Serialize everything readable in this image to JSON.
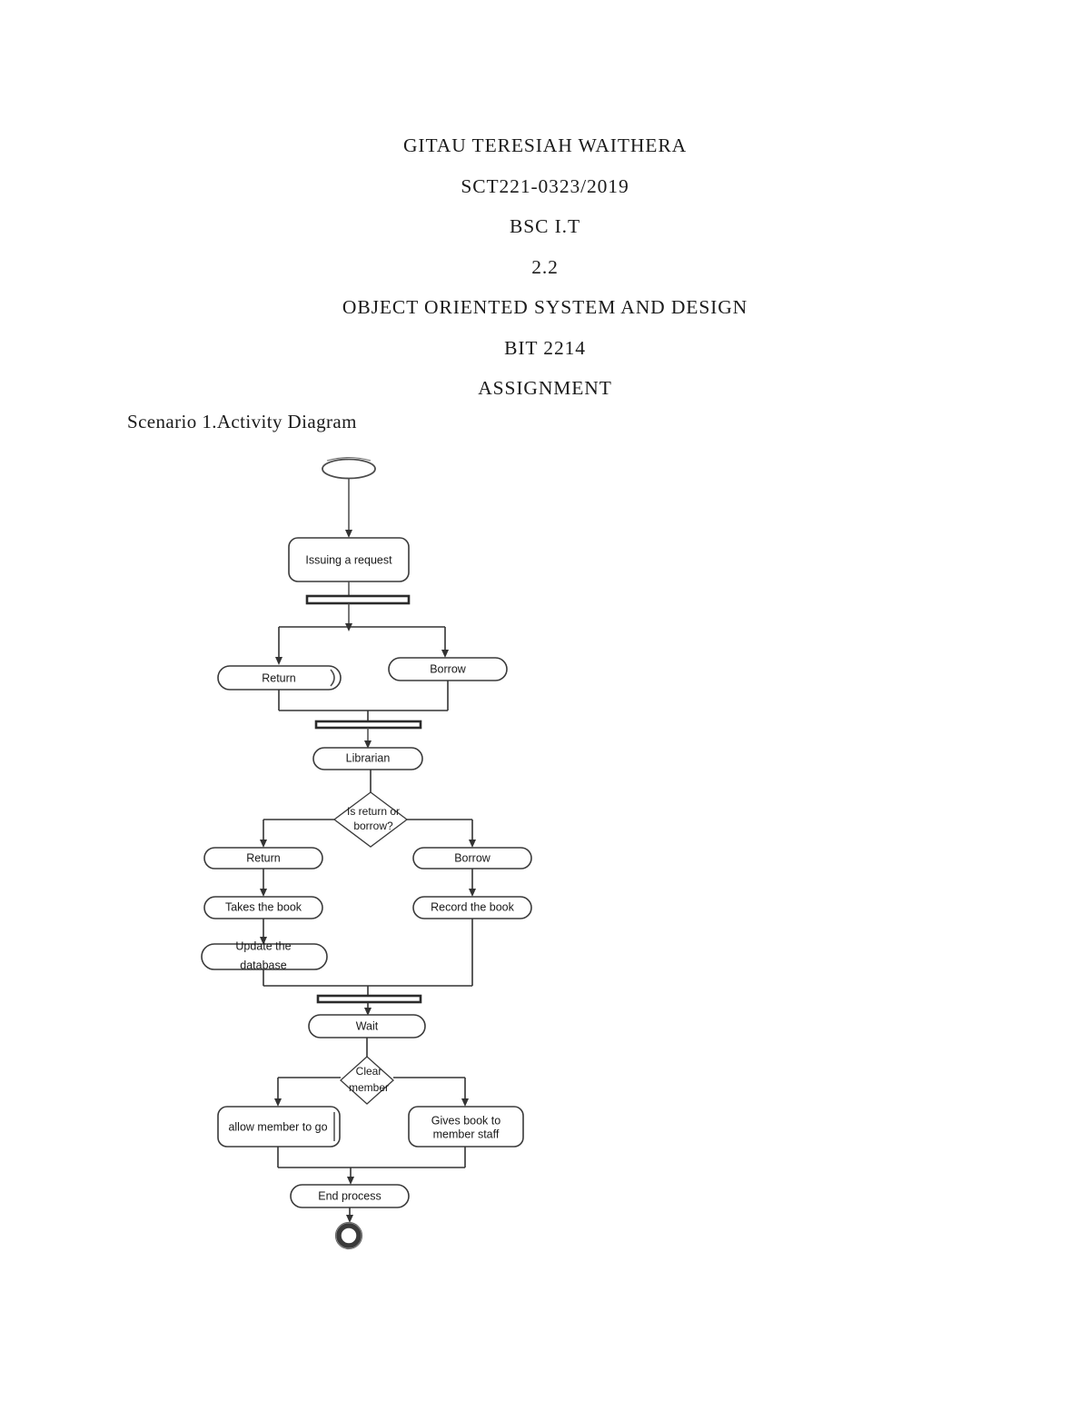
{
  "document": {
    "header_lines": [
      "GITAU TERESIAH WAITHERA",
      "SCT221-0323/2019",
      "BSC I.T",
      "2.2",
      "OBJECT ORIENTED SYSTEM AND DESIGN",
      "BIT 2214",
      "ASSIGNMENT"
    ],
    "section_label": "Scenario 1.Activity Diagram",
    "page_background": "#ffffff",
    "text_color": "#1b1b1b"
  },
  "diagram": {
    "type": "uml-activity-diagram",
    "title": "Scenario 1.Activity Diagram",
    "stroke_color": "#3a3a3a",
    "fill_color": "#ffffff",
    "nodes": {
      "start": "start-node",
      "issuing_request": "Issuing a request",
      "fork_1": "fork-bar",
      "return_1": "Return",
      "borrow_1": "Borrow",
      "join_1": "join-bar",
      "librarian": "Librarian",
      "decision_1": "Is return or borrow?",
      "return_2": "Return",
      "borrow_2": "Borrow",
      "takes_the_book": "Takes the book",
      "record_the_book": "Record the book",
      "update_the_database": "Update the database",
      "join_2": "join-bar",
      "wait": "Wait",
      "decision_2": "Clear member",
      "allow_member": "allow member to go",
      "gives_book": "Gives book to member staff",
      "end_process": "End process",
      "end": "end-node"
    },
    "node_labels": {
      "issuing_request": "Issuing a request",
      "return_1": "Return",
      "borrow_1": "Borrow",
      "librarian": "Librarian",
      "decision_1_line1": "Is return or",
      "decision_1_line2": "borrow?",
      "return_2": "Return",
      "borrow_2": "Borrow",
      "takes_the_book": "Takes the book",
      "record_the_book": "Record the book",
      "update_db_line1": "Update the",
      "update_db_line2": "database",
      "wait": "Wait",
      "decision_2_line1": "Clear",
      "decision_2_line2": "member",
      "allow_member": "allow member to go",
      "gives_book_line1": "Gives book to",
      "gives_book_line2": "member staff",
      "end_process": "End process"
    },
    "flow": [
      {
        "from": "start",
        "to": "issuing_request"
      },
      {
        "from": "issuing_request",
        "to": "fork_1"
      },
      {
        "from": "fork_1",
        "to": "return_1"
      },
      {
        "from": "fork_1",
        "to": "borrow_1"
      },
      {
        "from": "return_1",
        "to": "join_1"
      },
      {
        "from": "borrow_1",
        "to": "join_1"
      },
      {
        "from": "join_1",
        "to": "librarian"
      },
      {
        "from": "librarian",
        "to": "decision_1"
      },
      {
        "from": "decision_1",
        "to": "return_2"
      },
      {
        "from": "decision_1",
        "to": "borrow_2"
      },
      {
        "from": "return_2",
        "to": "takes_the_book"
      },
      {
        "from": "takes_the_book",
        "to": "update_the_database"
      },
      {
        "from": "borrow_2",
        "to": "record_the_book"
      },
      {
        "from": "update_the_database",
        "to": "join_2"
      },
      {
        "from": "record_the_book",
        "to": "join_2"
      },
      {
        "from": "join_2",
        "to": "wait"
      },
      {
        "from": "wait",
        "to": "decision_2"
      },
      {
        "from": "decision_2",
        "to": "allow_member"
      },
      {
        "from": "decision_2",
        "to": "gives_book"
      },
      {
        "from": "allow_member",
        "to": "end_process"
      },
      {
        "from": "gives_book",
        "to": "end_process"
      },
      {
        "from": "end_process",
        "to": "end"
      }
    ]
  }
}
